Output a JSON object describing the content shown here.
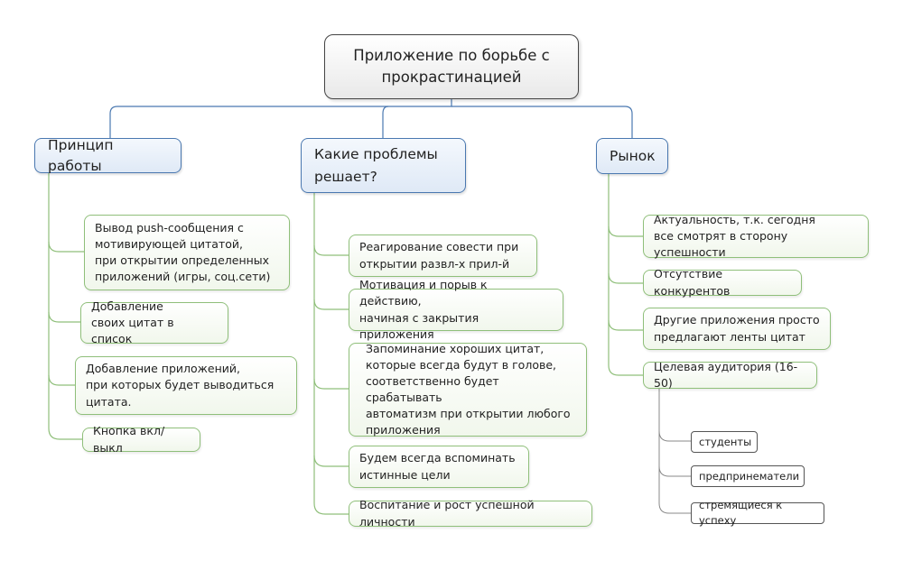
{
  "root": {
    "title": "Приложение по борьбе с\nпрокрастинацией"
  },
  "branches": {
    "how": {
      "title": "Принцип работы",
      "items": [
        "Вывод push-сообщения с\nмотивирующей цитатой,\nпри открытии определенных\nприложений (игры, соц.сети)",
        "Добавление\nсвоих цитат в список",
        "Добавление приложений,\nпри которых будет выводиться\nцитата.",
        "Кнопка вкл/выкл"
      ]
    },
    "problems": {
      "title": "Какие проблемы\nрешает?",
      "items": [
        "Реагирование совести при\nоткрытии развл-х прил-й",
        "Мотивация и порыв к действию,\nначиная с закрытия приложения",
        "Запоминание хороших цитат,\nкоторые всегда будут в голове,\nсоответственно будет срабатывать\nавтоматизм при открытии любого\nприложения",
        "Будем всегда вспоминать\nистинные цели",
        "Воспитание и рост успешной личности"
      ]
    },
    "market": {
      "title": "Рынок",
      "items": [
        "Актуальность, т.к. сегодня\nвсе смотрят в сторону успешности",
        "Отсутствие конкурентов",
        "Другие приложения просто\nпредлагают ленты цитат",
        "Целевая аудитория (16-50)"
      ],
      "audience": [
        "студенты",
        "предпринематели",
        "стремящиеся к успеху"
      ]
    }
  },
  "colors": {
    "main_connector": "#4a78b0",
    "leaf_connector": "#8fbf7a",
    "sub_connector": "#888888"
  }
}
